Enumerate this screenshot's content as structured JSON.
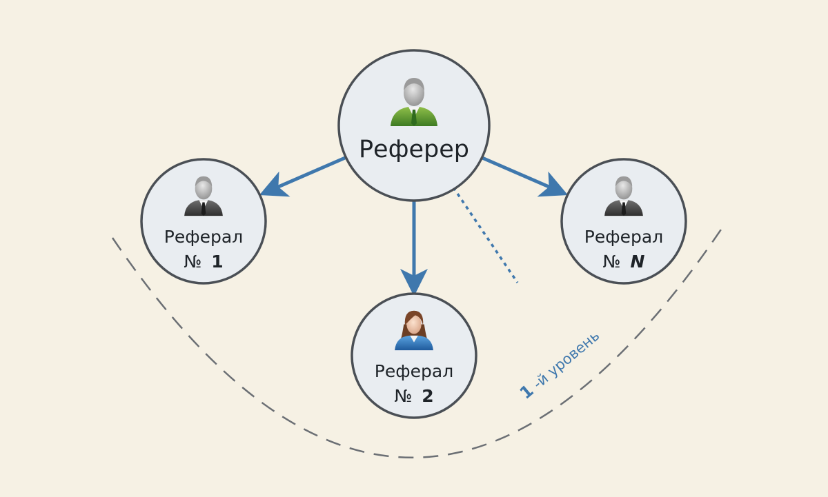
{
  "diagram": {
    "colors": {
      "background": "#f6f1e4",
      "node_fill": "#e9edf1",
      "node_stroke": "#4a4f55",
      "arrow": "#3f78ad",
      "boundary": "#6b6f74",
      "level_label": "#3f78ad"
    },
    "nodes": {
      "referrer": {
        "label": "Реферер",
        "icon": "businessman-green-icon"
      },
      "referral_1": {
        "label": "Реферал",
        "number_sign": "№",
        "number": "1",
        "icon": "businessman-grey-icon"
      },
      "referral_2": {
        "label": "Реферал",
        "number_sign": "№",
        "number": "2",
        "icon": "businesswoman-blue-icon"
      },
      "referral_n": {
        "label": "Реферал",
        "number_sign": "№",
        "number": "N",
        "icon": "businessman-grey-icon"
      }
    },
    "level": {
      "number": "1",
      "suffix": "-й уровень"
    }
  }
}
